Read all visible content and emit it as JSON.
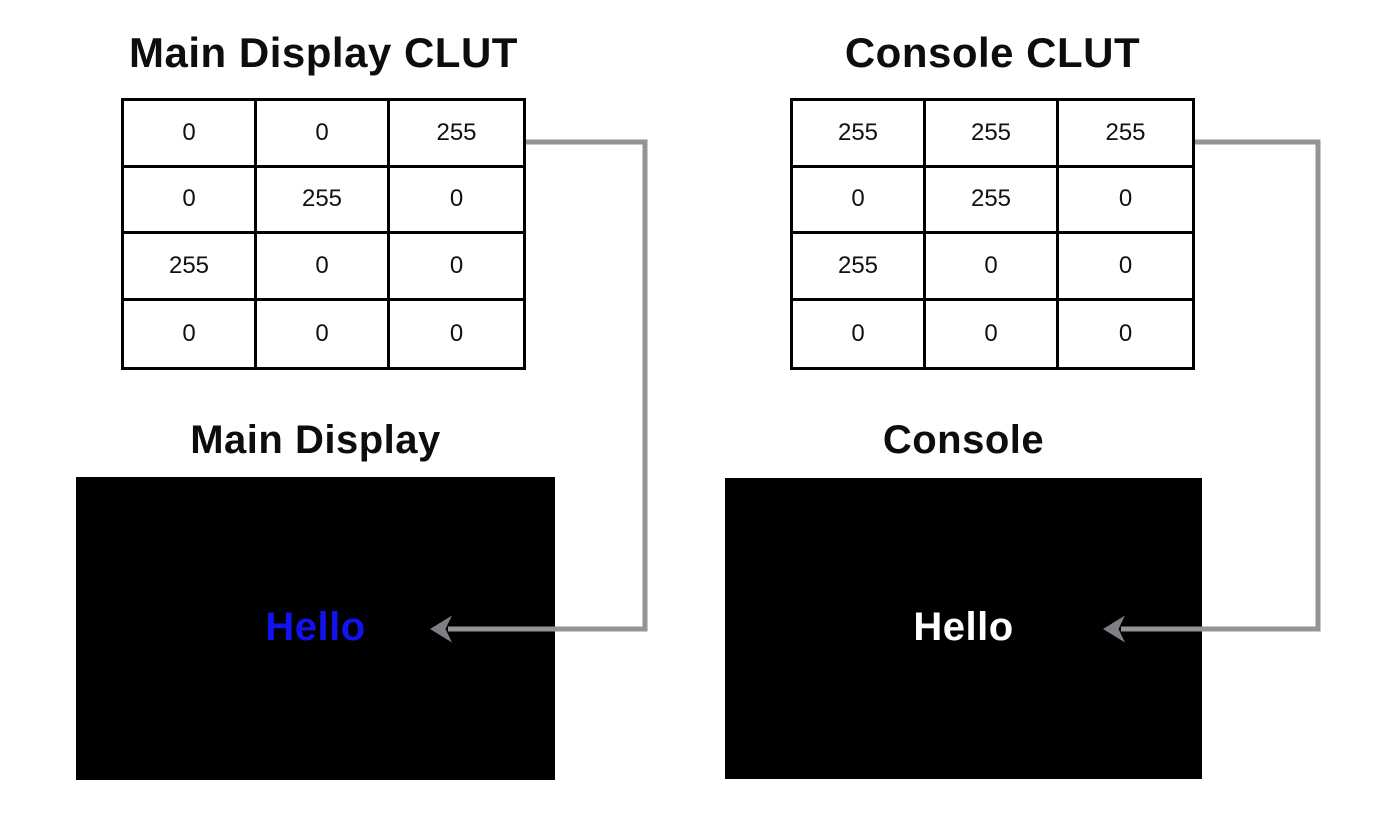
{
  "left_panel": {
    "clut_title": "Main Display CLUT",
    "display_title": "Main Display",
    "screen_text": "Hello",
    "screen_text_color": "#1212f0",
    "table": {
      "rows": [
        [
          "0",
          "0",
          "255"
        ],
        [
          "0",
          "255",
          "0"
        ],
        [
          "255",
          "0",
          "0"
        ],
        [
          "0",
          "0",
          "0"
        ]
      ]
    }
  },
  "right_panel": {
    "clut_title": "Console CLUT",
    "display_title": "Console",
    "screen_text": "Hello",
    "screen_text_color": "#ffffff",
    "table": {
      "rows": [
        [
          "255",
          "255",
          "255"
        ],
        [
          "0",
          "255",
          "0"
        ],
        [
          "255",
          "0",
          "0"
        ],
        [
          "0",
          "0",
          "0"
        ]
      ]
    }
  },
  "colors": {
    "background": "#ffffff",
    "table_border": "#000000",
    "screen_background": "#000000",
    "connector_line": "#929496",
    "connector_arrowhead": "#7d7f82",
    "title_text": "#0d0d0d"
  }
}
